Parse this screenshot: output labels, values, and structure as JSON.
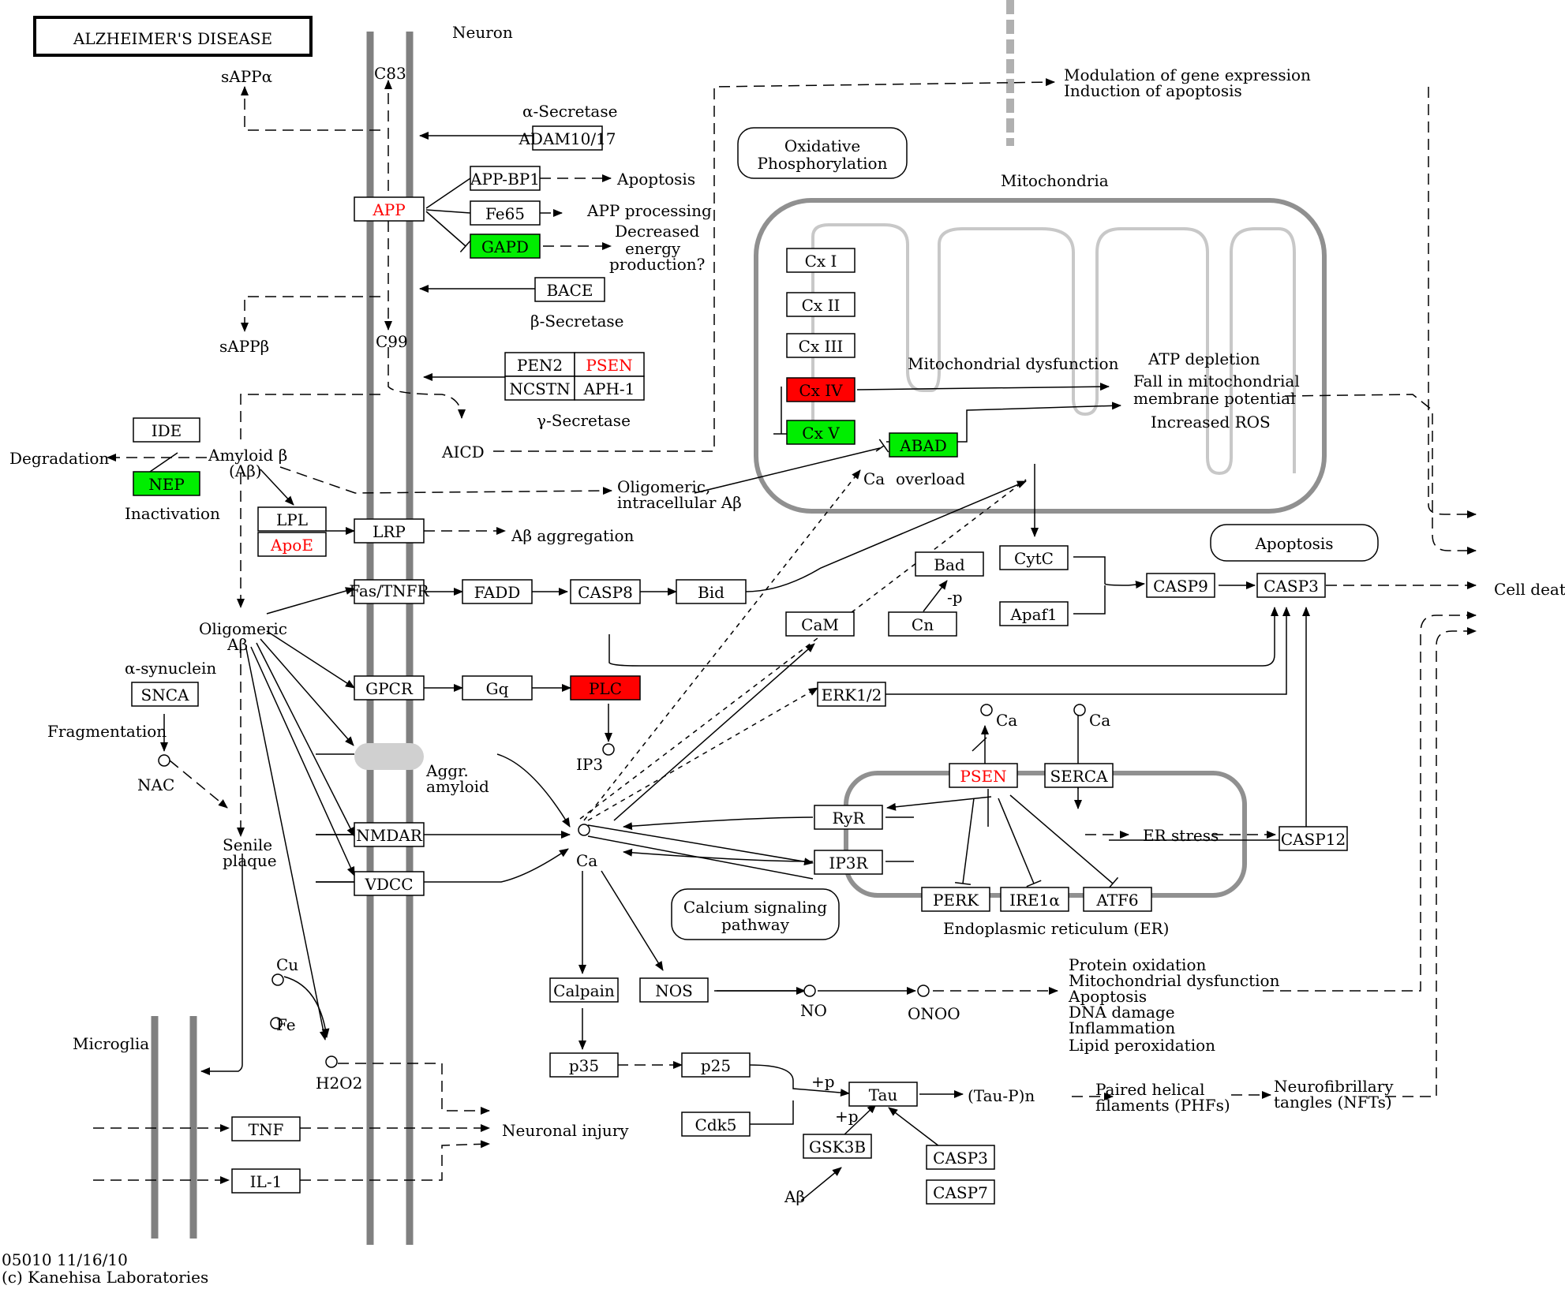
{
  "title": "ALZHEIMER'S DISEASE",
  "footer": {
    "code": "05010 11/16/10",
    "copyright": "(c) Kanehisa Laboratories"
  },
  "colors": {
    "up": "#ff0000",
    "down": "#00ee00",
    "membrane": "#808080"
  },
  "compartments": {
    "neuron": "Neuron",
    "mitochondria": "Mitochondria",
    "er": "Endoplasmic reticulum (ER)",
    "microglia": "Microglia"
  },
  "genes": {
    "adam": "ADAM10/17",
    "app": "APP",
    "appbp1": "APP-BP1",
    "fe65": "Fe65",
    "gapd": "GAPD",
    "bace": "BACE",
    "pen2": "PEN2",
    "psen": "PSEN",
    "ncstn": "NCSTN",
    "aph1": "APH-1",
    "ide": "IDE",
    "nep": "NEP",
    "lpl": "LPL",
    "apoe": "ApoE",
    "lrp": "LRP",
    "fastnfr": "Fas/TNFR",
    "fadd": "FADD",
    "casp8": "CASP8",
    "bid": "Bid",
    "gpcr": "GPCR",
    "gq": "Gq",
    "plc": "PLC",
    "snca": "SNCA",
    "nmdar": "NMDAR",
    "vdcc": "VDCC",
    "cx1": "Cx I",
    "cx2": "Cx II",
    "cx3": "Cx III",
    "cx4": "Cx IV",
    "cx5": "Cx V",
    "abad": "ABAD",
    "bad": "Bad",
    "cytc": "CytC",
    "apaf1": "Apaf1",
    "casp9": "CASP9",
    "casp3": "CASP3",
    "cam": "CaM",
    "cn": "Cn",
    "erk": "ERK1/2",
    "psen_er": "PSEN",
    "serca": "SERCA",
    "ryr": "RyR",
    "ip3r": "IP3R",
    "perk": "PERK",
    "ire1": "IRE1α",
    "atf6": "ATF6",
    "casp12": "CASP12",
    "calpain": "Calpain",
    "nos": "NOS",
    "p35": "p35",
    "p25": "p25",
    "cdk5": "Cdk5",
    "tau": "Tau",
    "gsk3b": "GSK3B",
    "casp3b": "CASP3",
    "casp7": "CASP7",
    "tnf": "TNF",
    "il1": "IL-1"
  },
  "maps": {
    "oxphos": [
      "Oxidative",
      "Phosphorylation"
    ],
    "apoptosis": "Apoptosis",
    "calcium": [
      "Calcium signaling",
      "pathway"
    ]
  },
  "labels": {
    "sappa": "sAPPα",
    "c83": "C83",
    "alpha_sec": "α-Secretase",
    "apoptosis1": "Apoptosis",
    "app_processing": "APP processing",
    "decreased": [
      "Decreased",
      "energy",
      "production?"
    ],
    "sappb": "sAPPβ",
    "beta_sec": "β-Secretase",
    "c99": "C99",
    "gamma_sec": "γ-Secretase",
    "aicd": "AICD",
    "degradation": "Degradation",
    "amyloid": [
      "Amyloid β",
      "(Aβ)"
    ],
    "inactivation": "Inactivation",
    "oligomeric_intra": [
      "Oligomeric,",
      "intracellular Aβ"
    ],
    "ab_aggregation": "Aβ aggregation",
    "oligomeric_ab": [
      "Oligomeric",
      "Aβ"
    ],
    "alpha_syn": "α-synuclein",
    "fragmentation": "Fragmentation",
    "nac": "NAC",
    "senile": [
      "Senile",
      "plaque"
    ],
    "aggr": [
      "Aggr.",
      "amyloid"
    ],
    "ip3": "IP3",
    "ca": "Ca",
    "ca_overload": "overload",
    "mito_dys": "Mitochondrial dysfunction",
    "atp": "ATP depletion",
    "fall": [
      "Fall in mitochondrial",
      "membrane potential"
    ],
    "ros": "Increased ROS",
    "modulation": [
      "Modulation of gene expression",
      "Induction of apoptosis"
    ],
    "cell_death": "Cell death",
    "minus_p": "-p",
    "er_stress": "ER stress",
    "cu": "Cu",
    "fe": "Fe",
    "h2o2": "H2O2",
    "neuronal_injury": "Neuronal injury",
    "no": "NO",
    "onoo": "ONOO",
    "outcomes": [
      "Protein oxidation",
      "Mitochondrial dysfunction",
      "Apoptosis",
      "DNA damage",
      "Inflammation",
      "Lipid peroxidation"
    ],
    "plus_p": "+p",
    "taupn": "(Tau-P)n",
    "phf": [
      "Paired helical",
      "filaments (PHFs)"
    ],
    "nft": [
      "Neurofibrillary",
      "tangles (NFTs)"
    ],
    "ab_small": "Aβ"
  }
}
